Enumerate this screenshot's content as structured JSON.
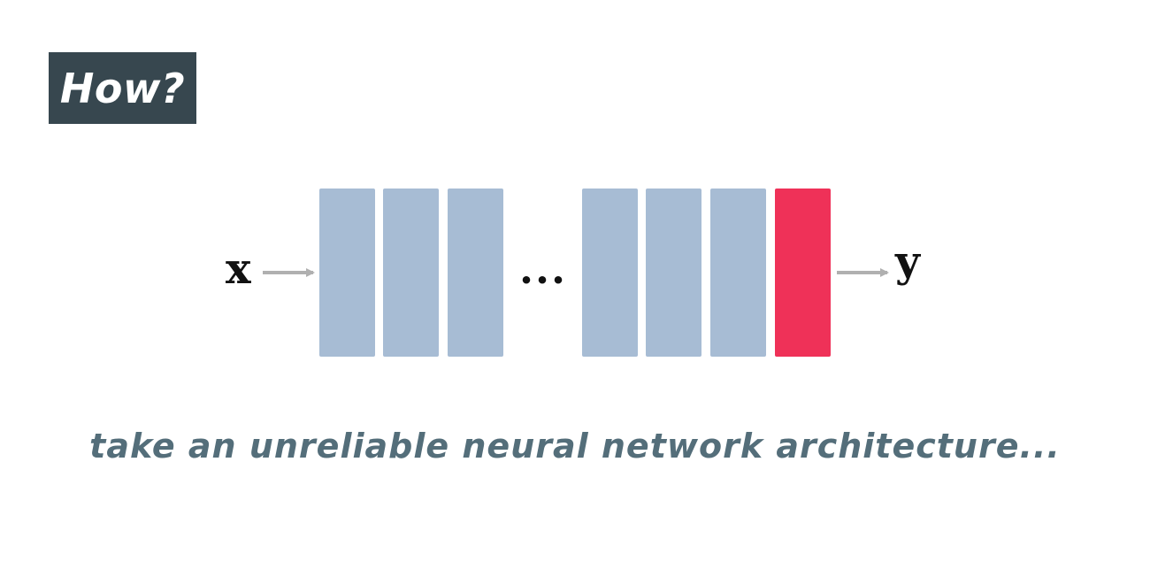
{
  "slide": {
    "title": "How?",
    "caption": "take an unreliable neural network architecture..."
  },
  "diagram": {
    "input_label": "x",
    "output_label": "y",
    "ellipsis": "...",
    "colors": {
      "hidden_layer": "#a7bcd4",
      "output_layer": "#ef3158",
      "arrow": "#b0b0b0",
      "title_bg": "#37474f",
      "caption": "#546e7a"
    },
    "layers": [
      {
        "role": "hidden"
      },
      {
        "role": "hidden"
      },
      {
        "role": "hidden"
      },
      {
        "role": "hidden"
      },
      {
        "role": "hidden"
      },
      {
        "role": "hidden"
      },
      {
        "role": "output"
      }
    ]
  }
}
